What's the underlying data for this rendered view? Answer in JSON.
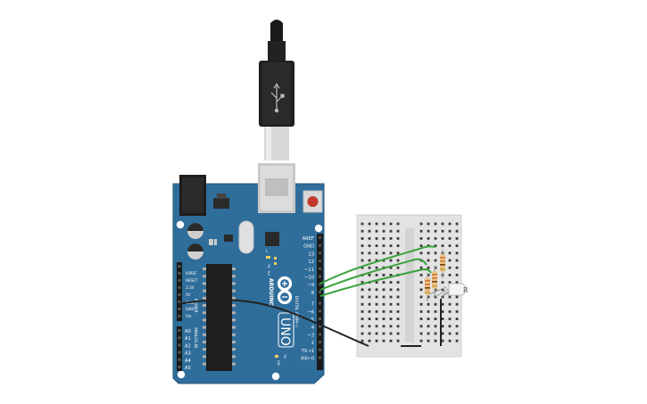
{
  "board": {
    "brand": "ARDUINO",
    "model": "UNO",
    "model_suffix": "TM",
    "digital_header_title": "DIGITAL (PWM~)",
    "analog_header_title": "ANALOG IN",
    "power_header_title": "POWER",
    "on_label": "ON",
    "l_label": "L",
    "tx_label": "TX",
    "rx_label": "RX",
    "ioref_label": "IOREF",
    "reset_label": "RESET",
    "v33_label": "3.3V",
    "v5_label": "5V",
    "gnd1_label": "GND",
    "gnd2_label": "GND",
    "vin_label": "Vin",
    "analog_pins": [
      "A0",
      "A1",
      "A2",
      "A3",
      "A4",
      "A5"
    ],
    "digital_pins": [
      "AREF",
      "GND",
      "13",
      "12",
      "~11",
      "~10",
      "~9",
      "8",
      "7",
      "~6",
      "~5",
      "4",
      "~3",
      "2",
      "TX→1",
      "RX←0"
    ]
  },
  "usb": {
    "name": "usb-cable"
  },
  "breadboard": {
    "name": "mini-breadboard"
  },
  "led": {
    "type": "rgb-led",
    "label": "R"
  },
  "colors": {
    "board": "#2f6d9b",
    "board_edge": "#24577d",
    "wire_green": "#3aa33a",
    "wire_black": "#222222",
    "breadboard": "#e3e3e3",
    "resistor_body": "#e6c28a"
  }
}
